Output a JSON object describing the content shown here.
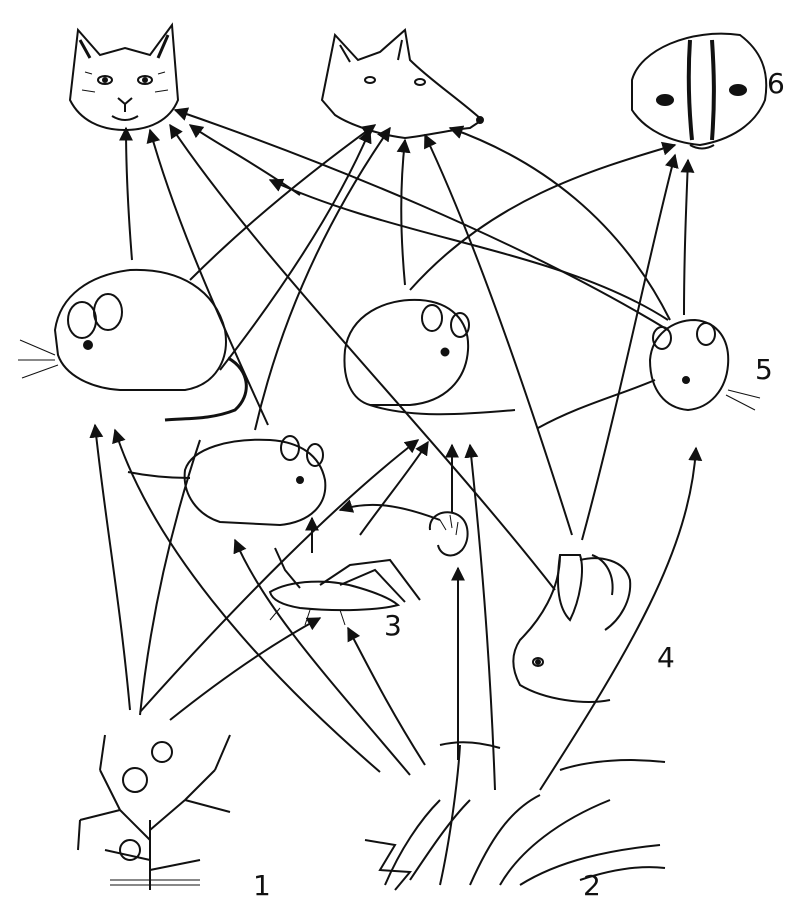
{
  "figure": {
    "stroke_color": "#111111",
    "organisms": [
      {
        "number": "1",
        "icon": "shrub-icon"
      },
      {
        "number": "2",
        "icon": "grass-icon"
      },
      {
        "number": "3",
        "icon": "insect-icon"
      },
      {
        "number": "4",
        "icon": "hare-icon"
      },
      {
        "number": "5",
        "icon": "mouse-icon"
      },
      {
        "number": "6",
        "icon": "badger-icon"
      }
    ],
    "unlabeled_animals": [
      "lynx-icon",
      "coyote-icon",
      "woodrat-icon",
      "deer-mouse-icon",
      "pocket-mouse-icon",
      "larva-icon"
    ]
  }
}
